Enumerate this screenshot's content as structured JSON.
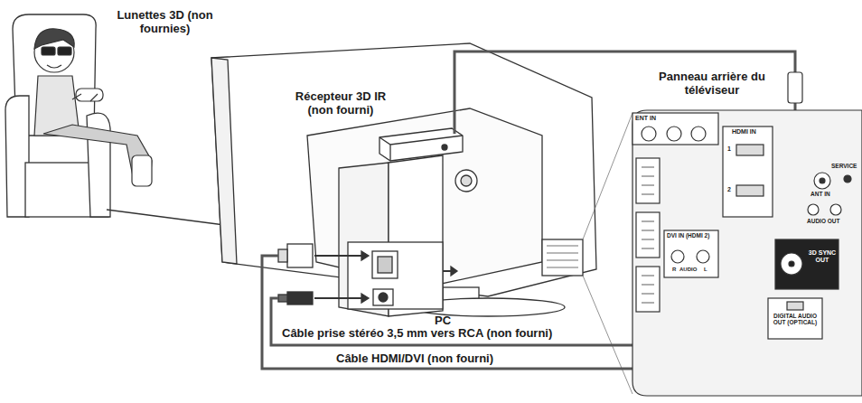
{
  "diagram": {
    "labels": [
      "Lunettes 3D (non fournies)",
      "Récepteur 3D IR (non fourni)",
      "Panneau arrière du téléviseur",
      "PC",
      "Câble prise stéréo 3,5 mm vers RCA (non fourni)",
      "Câble HDMI/DVI (non fourni)",
      "ENT IN",
      "DVI IN (HDMI 2)",
      "R",
      "AUDIO",
      "L",
      "HDMI IN",
      "1",
      "2",
      "ANT IN",
      "AUDIO OUT",
      "SERVICE",
      "3D SYNC OUT",
      "DIGITAL AUDIO OUT (OPTICAL)"
    ]
  }
}
